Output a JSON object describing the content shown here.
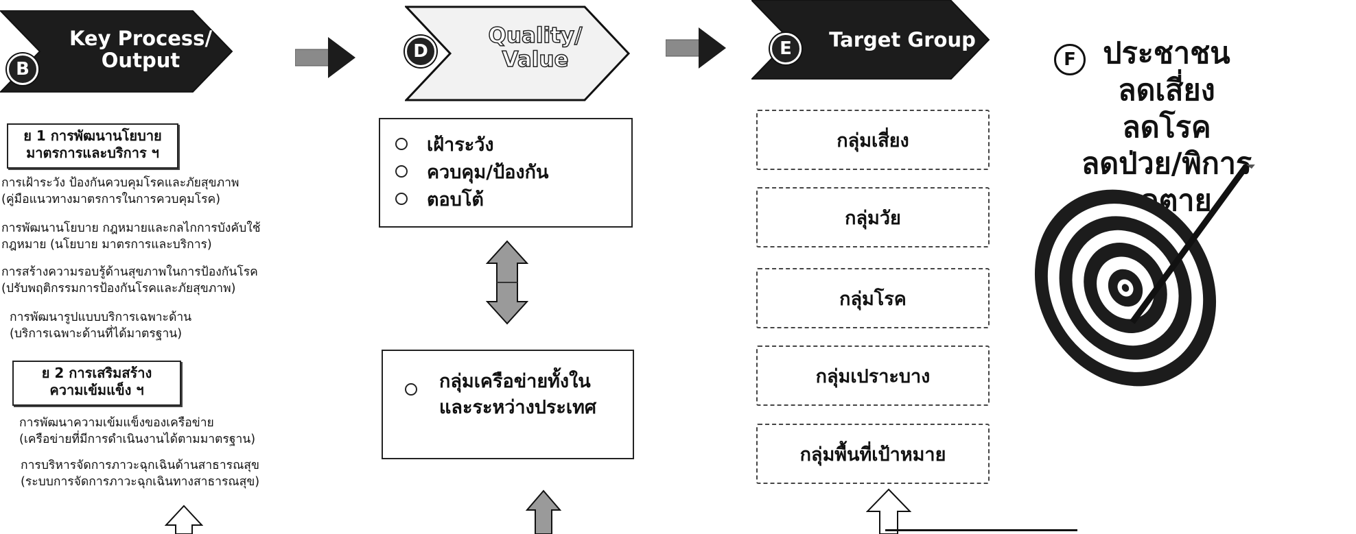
{
  "colors": {
    "dark_fill": "#1c1c1c",
    "outline": "#111111",
    "grey_arrow": "#8a8a8a"
  },
  "col_b": {
    "badge": "B",
    "title_line1": "Key Process/",
    "title_line2": "Output",
    "strategy1": {
      "line1": "ย 1 การพัฒนานโยบาย",
      "line2": "มาตรการและบริการ ฯ"
    },
    "strategy1_items": [
      {
        "line1": "การเฝ้าระวัง ป้องกันควบคุมโรคและภัยสุขภาพ",
        "line2": "(คู่มือแนวทางมาตรการในการควบคุมโรค)"
      },
      {
        "line1": "การพัฒนานโยบาย กฎหมายและกลไกการบังคับใช้",
        "line2": "กฎหมาย (นโยบาย มาตรการและบริการ)"
      },
      {
        "line1": "การสร้างความรอบรู้ด้านสุขภาพในการป้องกันโรค",
        "line2": "(ปรับพฤติกรรมการป้องกันโรคและภัยสุขภาพ)"
      },
      {
        "line1": "การพัฒนารูปแบบบริการเฉพาะด้าน",
        "line2": "(บริการเฉพาะด้านที่ได้มาตรฐาน)"
      }
    ],
    "strategy2": {
      "line1": "ย 2 การเสริมสร้าง",
      "line2": "ความเข้มแข็ง ฯ"
    },
    "strategy2_items": [
      {
        "line1": "การพัฒนาความเข้มแข็งของเครือข่าย",
        "line2": "(เครือข่ายที่มีการดำเนินงานได้ตามมาตรฐาน)"
      },
      {
        "line1": "การบริหารจัดการภาวะฉุกเฉินด้านสาธารณสุข",
        "line2": "(ระบบการจัดการภาวะฉุกเฉินทางสาธารณสุข)"
      }
    ]
  },
  "col_d": {
    "badge": "D",
    "title_line1": "Quality/",
    "title_line2": "Value",
    "box1_items": [
      "เฝ้าระวัง",
      "ควบคุม/ป้องกัน",
      "ตอบโต้"
    ],
    "box2": {
      "line1": "กลุ่มเครือข่ายทั้งใน",
      "line2": "และระหว่างประเทศ"
    }
  },
  "col_e": {
    "badge": "E",
    "title": "Target Group",
    "groups": [
      "กลุ่มเสี่ยง",
      "กลุ่มวัย",
      "กลุ่มโรค",
      "กลุ่มเปราะบาง",
      "กลุ่มพื้นที่เป้าหมาย"
    ]
  },
  "col_f": {
    "badge": "F",
    "lines": [
      "ประชาชน",
      "ลดเสี่ยง",
      "ลดโรค",
      "ลดป่วย/พิการ",
      "ลดตาย"
    ]
  }
}
